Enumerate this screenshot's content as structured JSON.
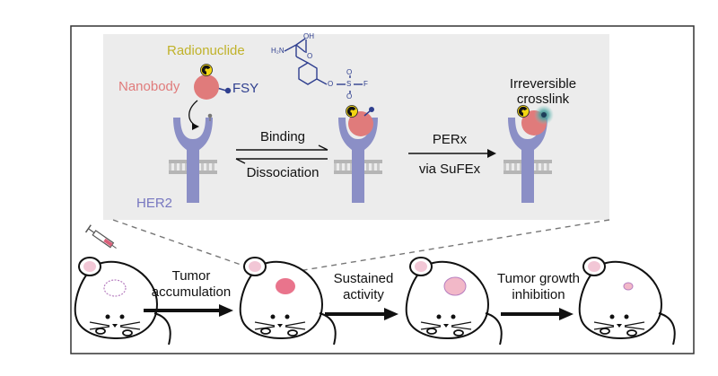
{
  "top": {
    "radionuclide": "Radionuclide",
    "nanobody": "Nanobody",
    "fsy": "FSY",
    "her2": "HER2",
    "binding": "Binding",
    "dissociation": "Dissociation",
    "perx": "PERx",
    "via_sufex": "via SuFEx",
    "irreversible": "Irreversible",
    "crosslink": "crosslink"
  },
  "molecule": {
    "nh2": "H₂N",
    "oh": "OH",
    "o_top": "O",
    "o_ring": "O",
    "s": "S",
    "f": "F",
    "so_top": "O",
    "so_bottom": "O"
  },
  "bottom": {
    "step1_line1": "Tumor",
    "step1_line2": "accumulation",
    "step2_line1": "Sustained",
    "step2_line2": "activity",
    "step3": "Tumor growth",
    "step3_line2": "inhibition"
  },
  "colors": {
    "radionuclide": "#c0b22a",
    "nanobody": "#e07b7b",
    "fsy": "#2f3f8f",
    "her2": "#7777c0",
    "receptor": "#8b8fc6",
    "membrane": "#a8a8a8",
    "panel_bg": "#ececec"
  }
}
